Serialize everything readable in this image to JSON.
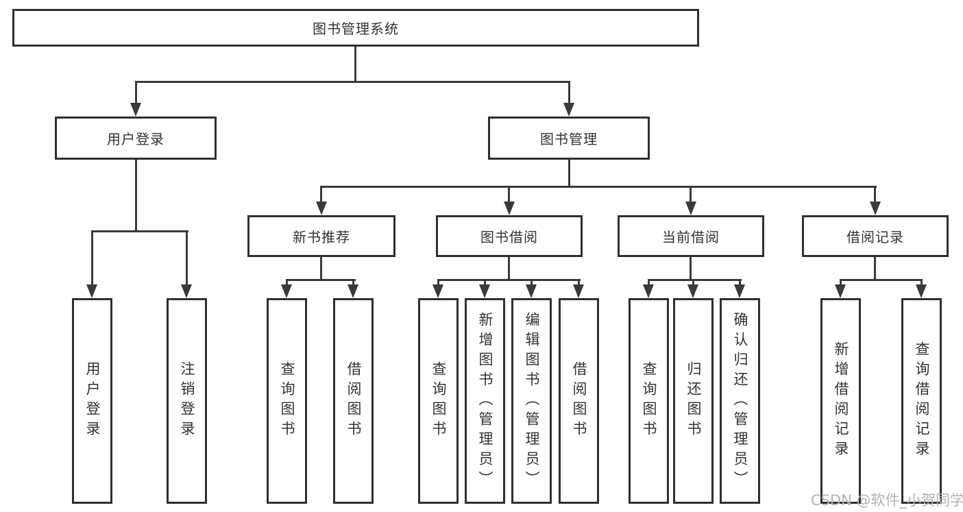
{
  "diagram": {
    "type": "hierarchy-tree",
    "root": {
      "label": "图书管理系统"
    },
    "branches": [
      {
        "label": "用户登录",
        "children": [
          {
            "label": "用户登录"
          },
          {
            "label": "注销登录"
          }
        ]
      },
      {
        "label": "图书管理",
        "children": [
          {
            "label": "新书推荐",
            "children": [
              {
                "label": "查询图书"
              },
              {
                "label": "借阅图书"
              }
            ]
          },
          {
            "label": "图书借阅",
            "children": [
              {
                "label": "查询图书"
              },
              {
                "label": "新增图书（管理员）"
              },
              {
                "label": "编辑图书（管理员）"
              },
              {
                "label": "借阅图书"
              }
            ]
          },
          {
            "label": "当前借阅",
            "children": [
              {
                "label": "查询图书"
              },
              {
                "label": "归还图书"
              },
              {
                "label": "确认归还（管理员）"
              }
            ]
          },
          {
            "label": "借阅记录",
            "children": [
              {
                "label": "新增借阅记录"
              },
              {
                "label": "查询借阅记录"
              }
            ]
          }
        ]
      }
    ],
    "watermark": "CSDN @软件_小贺同学",
    "colors": {
      "line": "#3a3a3a",
      "box_border": "#2f2f2f",
      "text": "#333333",
      "watermark": "#b3b3b3",
      "background": "#ffffff"
    }
  }
}
